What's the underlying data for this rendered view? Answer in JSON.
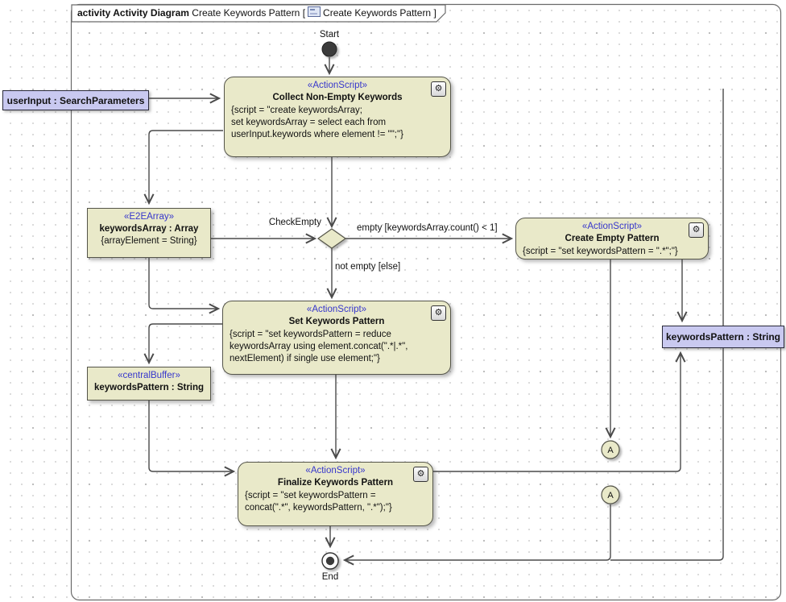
{
  "frame": {
    "kind_label": "activity Activity Diagram",
    "diagram_name": "Create Keywords Pattern",
    "bracket_open": "[",
    "context_name": "Create Keywords Pattern",
    "bracket_close": "]"
  },
  "nodes": {
    "start": {
      "label": "Start"
    },
    "end": {
      "label": "End"
    },
    "user_input": {
      "label": "userInput : SearchParameters"
    },
    "collect": {
      "stereotype": "«ActionScript»",
      "name": "Collect Non-Empty Keywords",
      "script": "{script = \"create keywordsArray;\nset keywordsArray = select each from\nuserInput.keywords where element != \"\";\"}"
    },
    "keywords_array": {
      "stereotype": "«E2EArray»",
      "name": "keywordsArray : Array",
      "detail": "{arrayElement = String}"
    },
    "create_empty": {
      "stereotype": "«ActionScript»",
      "name": "Create Empty Pattern",
      "script": "{script = \"set keywordsPattern = \".*\";\"}"
    },
    "set_keywords": {
      "stereotype": "«ActionScript»",
      "name": "Set Keywords Pattern",
      "script": "{script = \"set keywordsPattern = reduce\nkeywordsArray using element.concat(\".*|.*\",\nnextElement) if single use element;\"}"
    },
    "central_buffer": {
      "stereotype": "«centralBuffer»",
      "name": "keywordsPattern : String"
    },
    "keywords_pattern_param": {
      "label": "keywordsPattern : String"
    },
    "connector_a1": {
      "label": "A"
    },
    "connector_a2": {
      "label": "A"
    }
  },
  "edges": {
    "decision_label": "CheckEmpty",
    "empty_guard": "empty [keywordsArray.count() < 1]",
    "not_empty_guard": "not empty [else]"
  },
  "icons": {
    "gear": "⚙"
  },
  "colors": {
    "node_fill": "#e9e9c9",
    "param_fill": "#c9c9f0",
    "stereotype_blue": "#3636cc",
    "edge": "#4a4a4a",
    "start_fill": "#3a3a3a"
  }
}
